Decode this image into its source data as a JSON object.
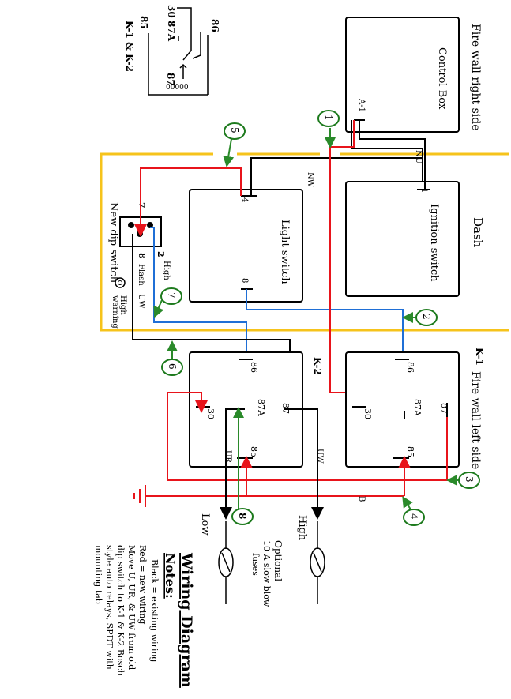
{
  "colors": {
    "existing": "#000000",
    "new": "#e8141b",
    "moved": "#1f6fd6",
    "guide": "#2a8a2a",
    "dash_boundary": "#f6c31b",
    "callout": "#1d7a1d"
  },
  "labels": {
    "firewall_right": "Fire wall right side",
    "control_box": "Control Box",
    "terminal_a1": "A-1",
    "dash": "Dash",
    "ignition_switch": "Ignition switch",
    "light_switch": "Light switch",
    "new_dip_switch": "New dip switch",
    "firewall_left": "Fire wall left side",
    "k1": "K-1",
    "k2": "K-2",
    "t86": "86",
    "t87a": "87A",
    "t87": "87",
    "t30": "30",
    "t85": "85",
    "t1": "1",
    "t4": "4",
    "t8": "8",
    "t7": "7",
    "t2": "2",
    "wire_nu": "NU",
    "wire_nw": "NW",
    "wire_uw": "UW",
    "wire_ur": "UR",
    "wire_b": "B",
    "dip_high": "High",
    "dip_flash": "Flash",
    "high_warning_1": "High",
    "high_warning_2": "warning",
    "high_beam": "High",
    "low_beam": "Low",
    "fuses_1": "Optional",
    "fuses_2": "10 A slow blow",
    "fuses_3": "fuses",
    "relay_legend": "K-1 & K-2",
    "legend_30": "30",
    "legend_87a": "87A",
    "legend_85": "85",
    "legend_86": "86",
    "legend_87": "87",
    "title": "Wiring Diagram",
    "notes_heading": "Notes:",
    "note_1": "Black = existing wiring",
    "note_2": "Red = new wiring",
    "note_3": "Move U, UR, & UW from old",
    "note_4": "dip switch to K-1 & K-2 Bosch",
    "note_5": "style auto relays, SPDT with",
    "note_6": "mounting tab"
  },
  "callouts": [
    "1",
    "2",
    "3",
    "4",
    "5",
    "6",
    "7",
    "8"
  ]
}
